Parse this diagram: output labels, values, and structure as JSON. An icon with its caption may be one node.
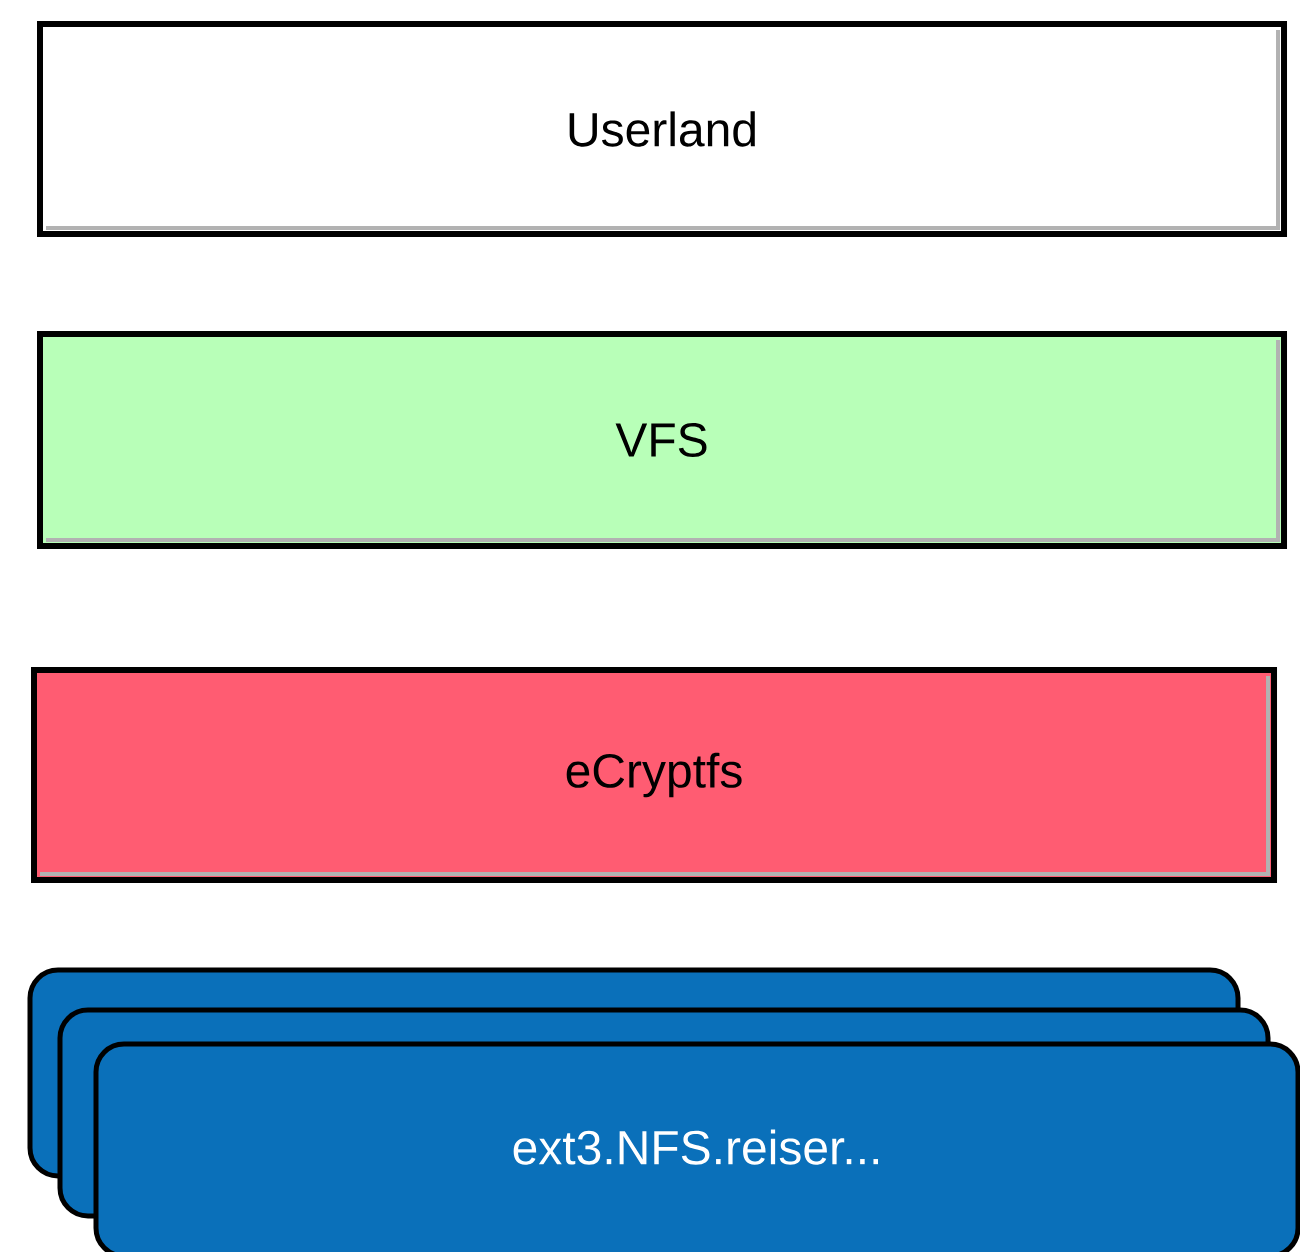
{
  "diagram": {
    "nodes": [
      {
        "text": [
          "Userland"
        ]
      },
      {
        "text": [
          "VFS"
        ]
      },
      {
        "text": [
          "eCryptfs"
        ]
      },
      {
        "text": [
          "ext3.NFS.reiser..."
        ]
      }
    ]
  }
}
